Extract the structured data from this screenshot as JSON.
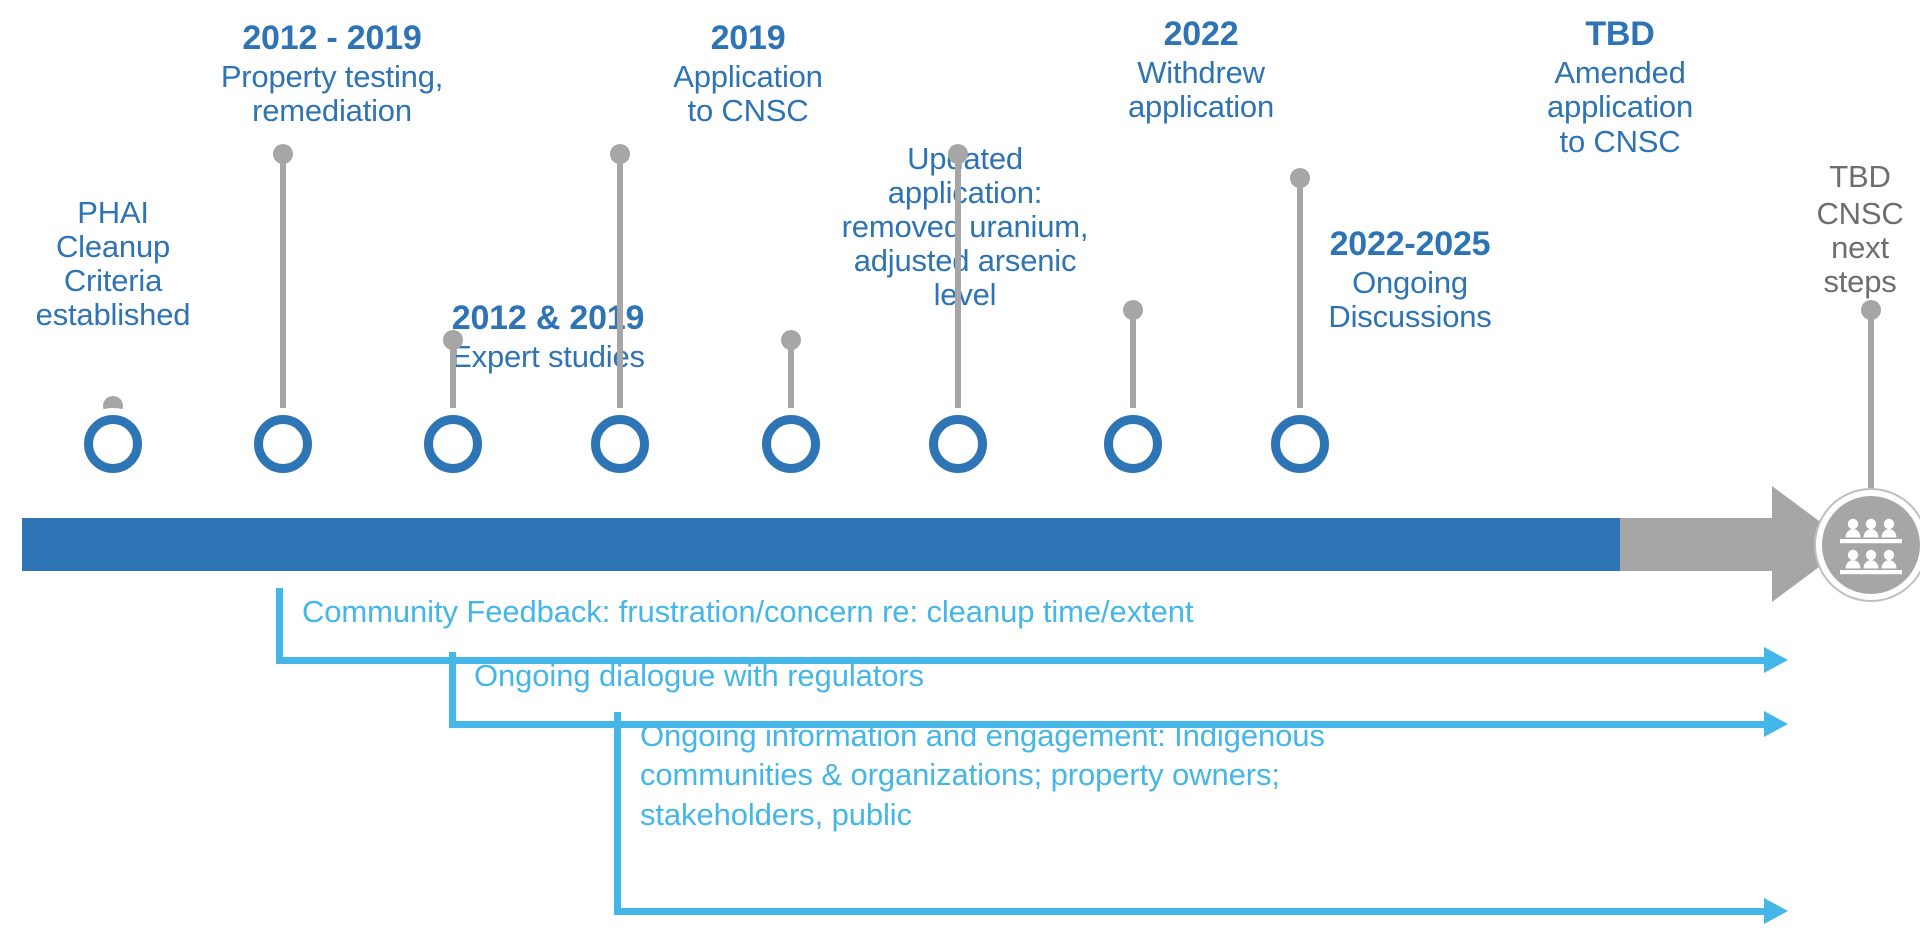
{
  "colors": {
    "primary_blue": "#2E75B6",
    "label_blue": "#2E74B5",
    "light_blue": "#45B6E8",
    "gray": "#A6A6A6",
    "gray_text": "#6E6E6E"
  },
  "timeline": {
    "milestones": [
      {
        "id": "phai-cleanup-criteria",
        "date": "",
        "desc": "PHAI\nCleanup\nCriteria\nestablished",
        "style": "blue"
      },
      {
        "id": "property-testing",
        "date": "2012 - 2019",
        "desc": "Property testing,\nremediation",
        "style": "blue"
      },
      {
        "id": "expert-studies",
        "date": "2012 & 2019",
        "desc": "Expert studies",
        "style": "blue"
      },
      {
        "id": "application-to-cnsc",
        "date": "2019",
        "desc": "Application\nto CNSC",
        "style": "blue"
      },
      {
        "id": "updated-application",
        "date": "",
        "desc": "Updated\napplication:\nremoved uranium,\nadjusted arsenic\nlevel",
        "style": "blue"
      },
      {
        "id": "withdrew-application",
        "date": "2022",
        "desc": "Withdrew\napplication",
        "style": "blue"
      },
      {
        "id": "ongoing-discussions",
        "date": "2022-2025",
        "desc": "Ongoing\nDiscussions",
        "style": "blue"
      },
      {
        "id": "amended-application",
        "date": "TBD",
        "desc": "Amended\napplication\nto CNSC",
        "style": "blue"
      },
      {
        "id": "cnsc-next-steps",
        "date": "TBD",
        "desc": "CNSC\nnext\nsteps",
        "style": "gray"
      }
    ],
    "end_icon": "people-panel-icon"
  },
  "engagement": [
    {
      "id": "community-feedback",
      "text": "Community Feedback: frustration/concern re: cleanup time/extent"
    },
    {
      "id": "ongoing-dialogue",
      "text": "Ongoing dialogue with regulators"
    },
    {
      "id": "ongoing-information",
      "text": "Ongoing information and engagement: Indigenous communities & organizations; property owners; stakeholders, public"
    }
  ]
}
